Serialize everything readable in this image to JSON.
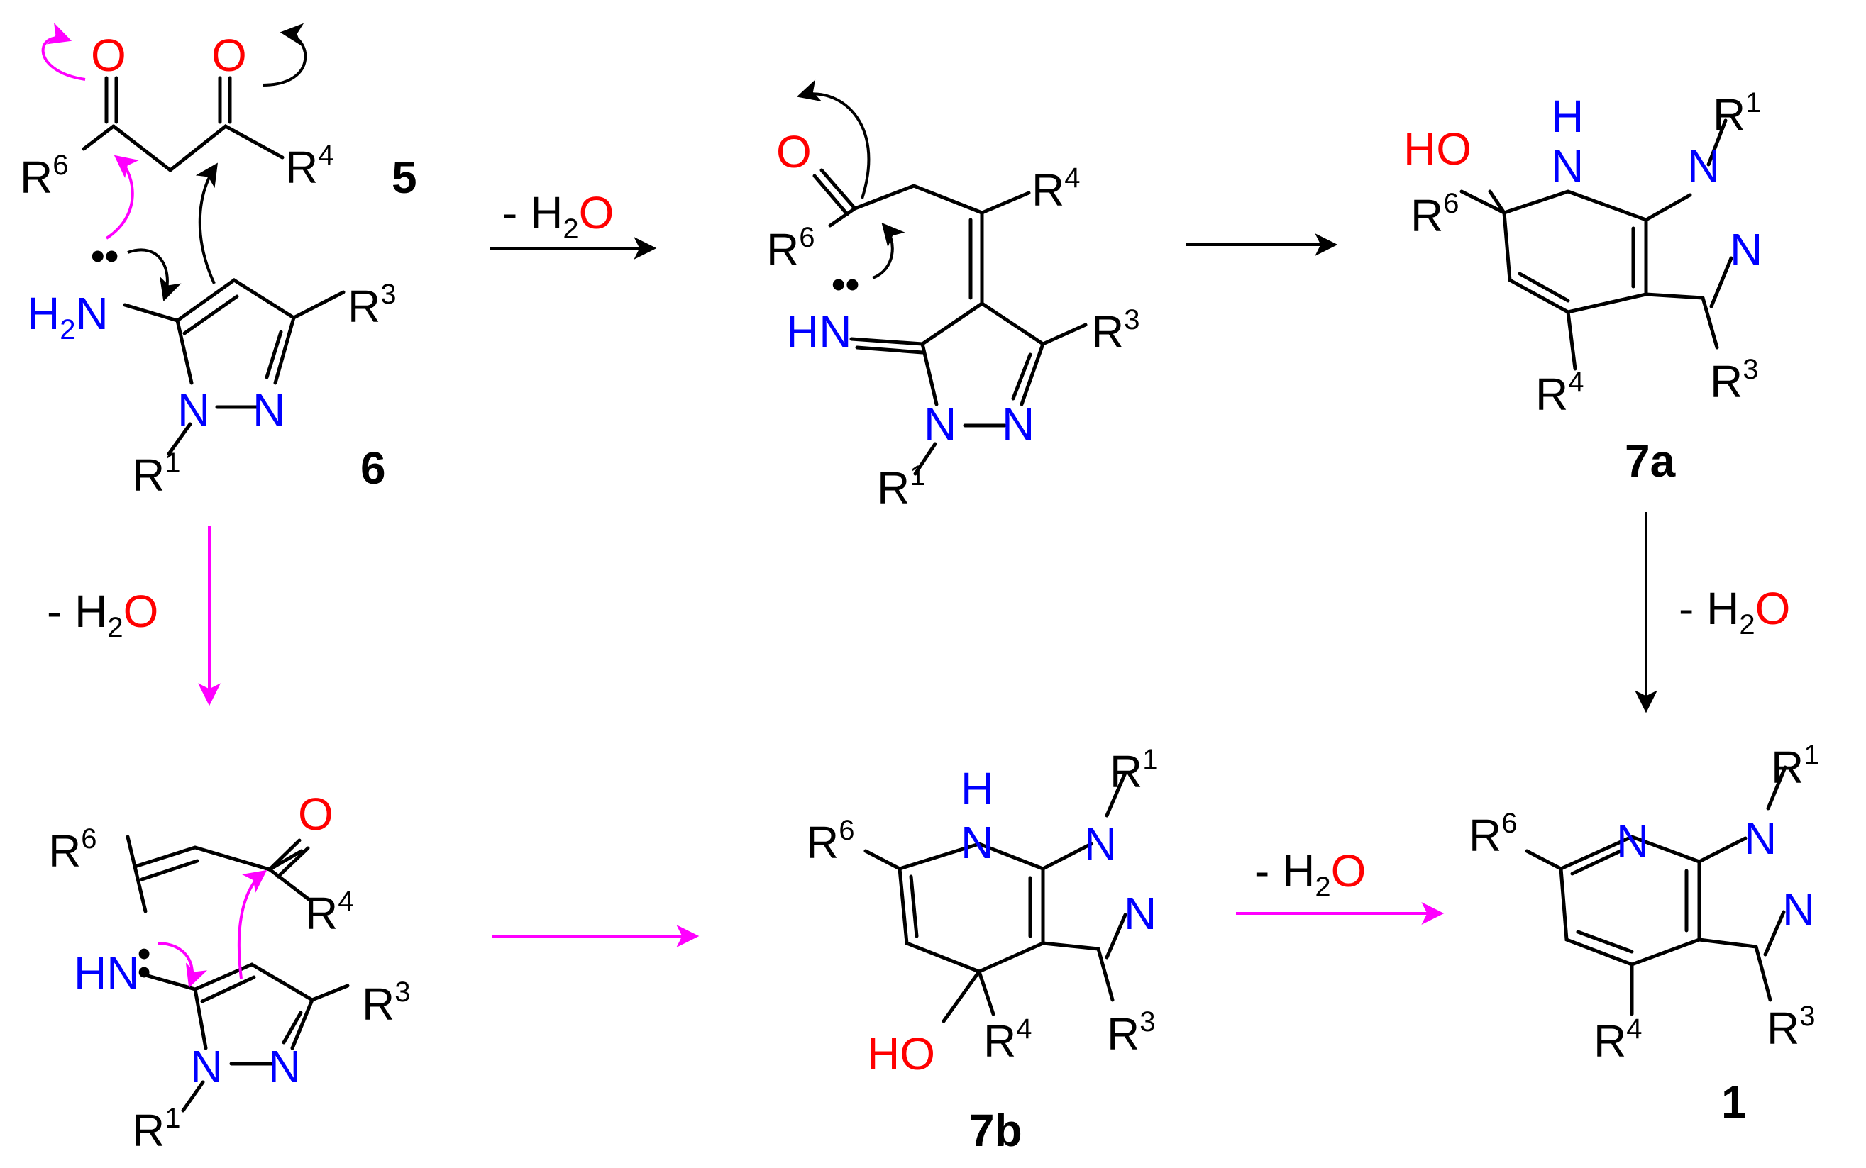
{
  "colors": {
    "bond": "#000000",
    "oxygen": "#ff0000",
    "nitrogen": "#0000ff",
    "magenta": "#ff00ff",
    "black_arrow": "#000000"
  },
  "compounds": {
    "c5": "5",
    "c6": "6",
    "c7a": "7a",
    "c7b": "7b",
    "c1": "1"
  },
  "atoms": {
    "O": "O",
    "N": "N",
    "H": "H",
    "HN": "HN",
    "HO": "HO",
    "H2N_H": "H",
    "H2N_2": "2",
    "H2N_N": "N",
    "R": "R",
    "s1": "1",
    "s3": "3",
    "s4": "4",
    "s6": "6"
  },
  "conditions": {
    "dash": "- H",
    "sub2": "2",
    "O": "O"
  },
  "lone_pair": "••"
}
